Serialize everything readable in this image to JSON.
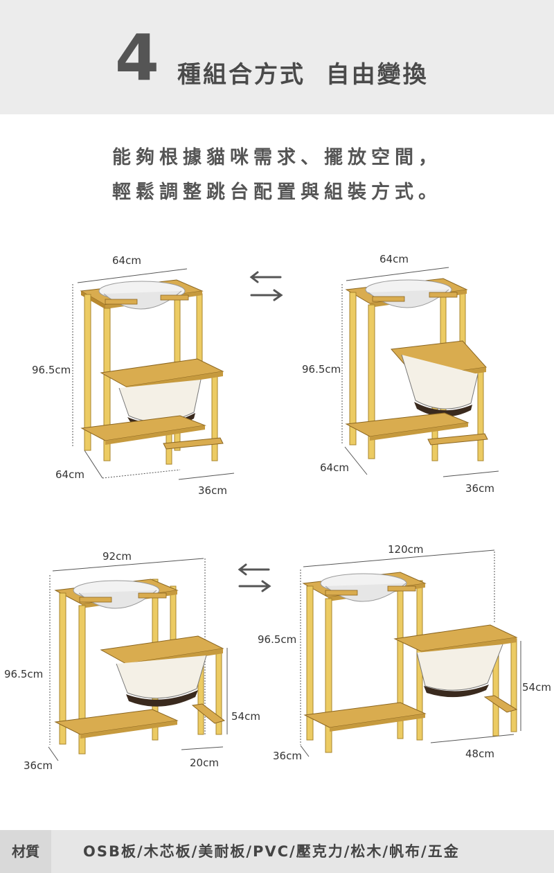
{
  "header": {
    "number": "4",
    "title": "種組合方式  自由變換"
  },
  "description": {
    "line1": "能夠根據貓咪需求、擺放空間，",
    "line2": "輕鬆調整跳台配置與組裝方式。"
  },
  "diagrams": {
    "d1": {
      "width": "64cm",
      "height": "96.5cm",
      "depth": "64cm",
      "ext": "36cm"
    },
    "d2": {
      "width": "64cm",
      "height": "96.5cm",
      "depth": "64cm",
      "ext": "36cm"
    },
    "d3": {
      "width": "92cm",
      "height": "96.5cm",
      "depth": "36cm",
      "ext": "20cm",
      "step": "54cm"
    },
    "d4": {
      "width": "120cm",
      "height": "96.5cm",
      "depth": "36cm",
      "ext": "48cm",
      "step": "54cm"
    }
  },
  "footer": {
    "label": "材質",
    "materials": "OSB板/木芯板/美耐板/PVC/壓克力/松木/帆布/五金"
  },
  "colors": {
    "wood": "#d9ac4f",
    "wood_dark": "#b8892f",
    "leg": "#eccb63",
    "hammock": "#3a2a1e",
    "bowl": "#f2f2f2"
  }
}
